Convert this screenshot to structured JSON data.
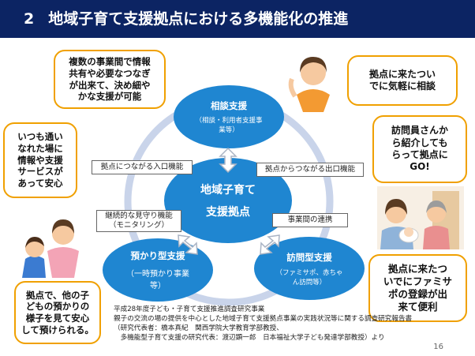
{
  "header": {
    "number": "2",
    "title": "地域子育て支援拠点における多機能化の推進"
  },
  "callouts": {
    "top_left": [
      "複数の事業間で情報",
      "共有や必要なつなぎ",
      "が出来て、決め細や",
      "かな支援が可能"
    ],
    "mid_left": [
      "いつも通い",
      "なれた場に",
      "情報や支援",
      "サービスが",
      "あって安心"
    ],
    "bottom_left": [
      "拠点で、他の子",
      "どもの預かりの",
      "様子を見て安心",
      "して預けられる。"
    ],
    "top_right": [
      "拠点に来たつい",
      "でに気軽に相談"
    ],
    "mid_right": [
      "訪問員さんか",
      "ら紹介しても",
      "らって拠点に",
      "GO!"
    ],
    "bottom_right": [
      "拠点に来たつ",
      "いでにファミサ",
      "ポの登録が出",
      "来て便利"
    ]
  },
  "circles": {
    "top": {
      "title": "相談支援",
      "sub": [
        "（相談・利用者支援事",
        "業等）"
      ]
    },
    "center": {
      "title": [
        "地域子育て",
        "支援拠点"
      ]
    },
    "left": {
      "title": "預かり型支援",
      "sub": [
        "（一時預かり事業",
        "等）"
      ]
    },
    "right": {
      "title": "訪問型支援",
      "sub": [
        "（ファミサポ、赤ちゃ",
        "ん訪問等）"
      ]
    }
  },
  "labels": {
    "entry": "拠点につながる入口機能",
    "exit": "拠点からつながる出口機能",
    "monitoring": [
      "継続的な見守り機能",
      "（モニタリング）"
    ],
    "link": "事業間の連携"
  },
  "footer": [
    "平成28年度子ども・子育て支援推進調査研究事業",
    "親子の交流の場の提供を中心とした地域子育て支援拠点事業の実践状況等に関する調査研究報告書",
    "（研究代表者：橋本真紀　関西学院大学教育学部教授、",
    "　多機能型子育て支援の研究代表：渡辺顕一郎　日本福祉大学子ども発達学部教授）より"
  ],
  "page_number": "16",
  "colors": {
    "header_bg": "#0c2463",
    "circle_blue": "#1f86d1",
    "callout_border": "#f0a000",
    "ring": "#c9d4ea"
  }
}
